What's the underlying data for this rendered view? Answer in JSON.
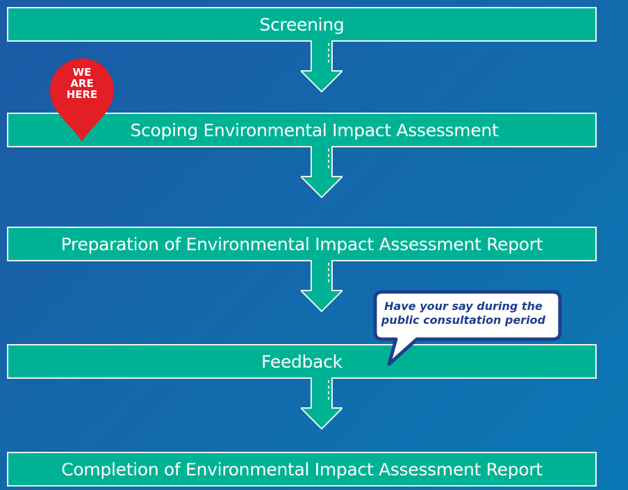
{
  "stages": [
    {
      "label": "Screening"
    },
    {
      "label": "Scoping Environmental Impact Assessment"
    },
    {
      "label": "Preparation of Environmental Impact Assessment Report"
    },
    {
      "label": "Feedback"
    },
    {
      "label": "Completion of Environmental Impact Assessment Report"
    }
  ],
  "marker": {
    "line1": "WE",
    "line2": "ARE",
    "line3": "HERE"
  },
  "callout": {
    "line1": "Have your say during the",
    "line2": "public consultation period"
  },
  "colors": {
    "stage_fill": "#00b294",
    "stage_border": "#e8f6f2",
    "marker": "#e31e24",
    "callout_text": "#1d3f8c"
  }
}
